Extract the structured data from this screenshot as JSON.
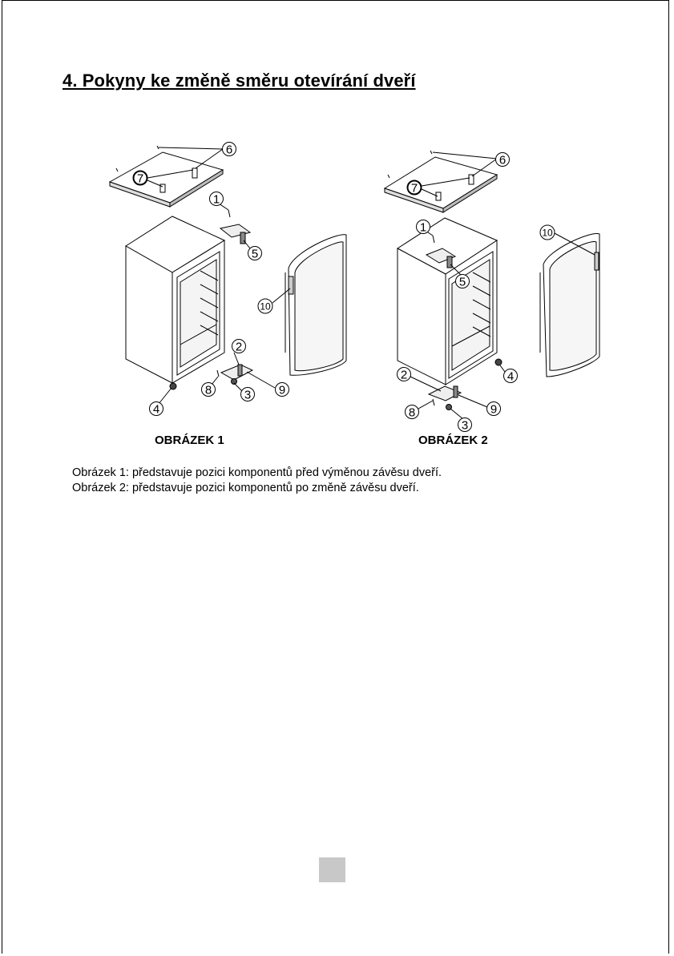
{
  "document": {
    "heading": "4. Pokyny ke změně směru otevírání dveří",
    "figure1": {
      "caption": "OBRÁZEK 1",
      "callouts": [
        "1",
        "2",
        "3",
        "4",
        "5",
        "6",
        "7",
        "8",
        "9",
        "10"
      ]
    },
    "figure2": {
      "caption": "OBRÁZEK 2",
      "callouts": [
        "1",
        "2",
        "3",
        "4",
        "5",
        "6",
        "7",
        "8",
        "9",
        "10"
      ]
    },
    "descriptions": [
      "Obrázek 1: představuje pozici komponentů před výměnou závěsu dveří.",
      "Obrázek 2: představuje pozici komponentů po změně závěsu dveří."
    ]
  }
}
